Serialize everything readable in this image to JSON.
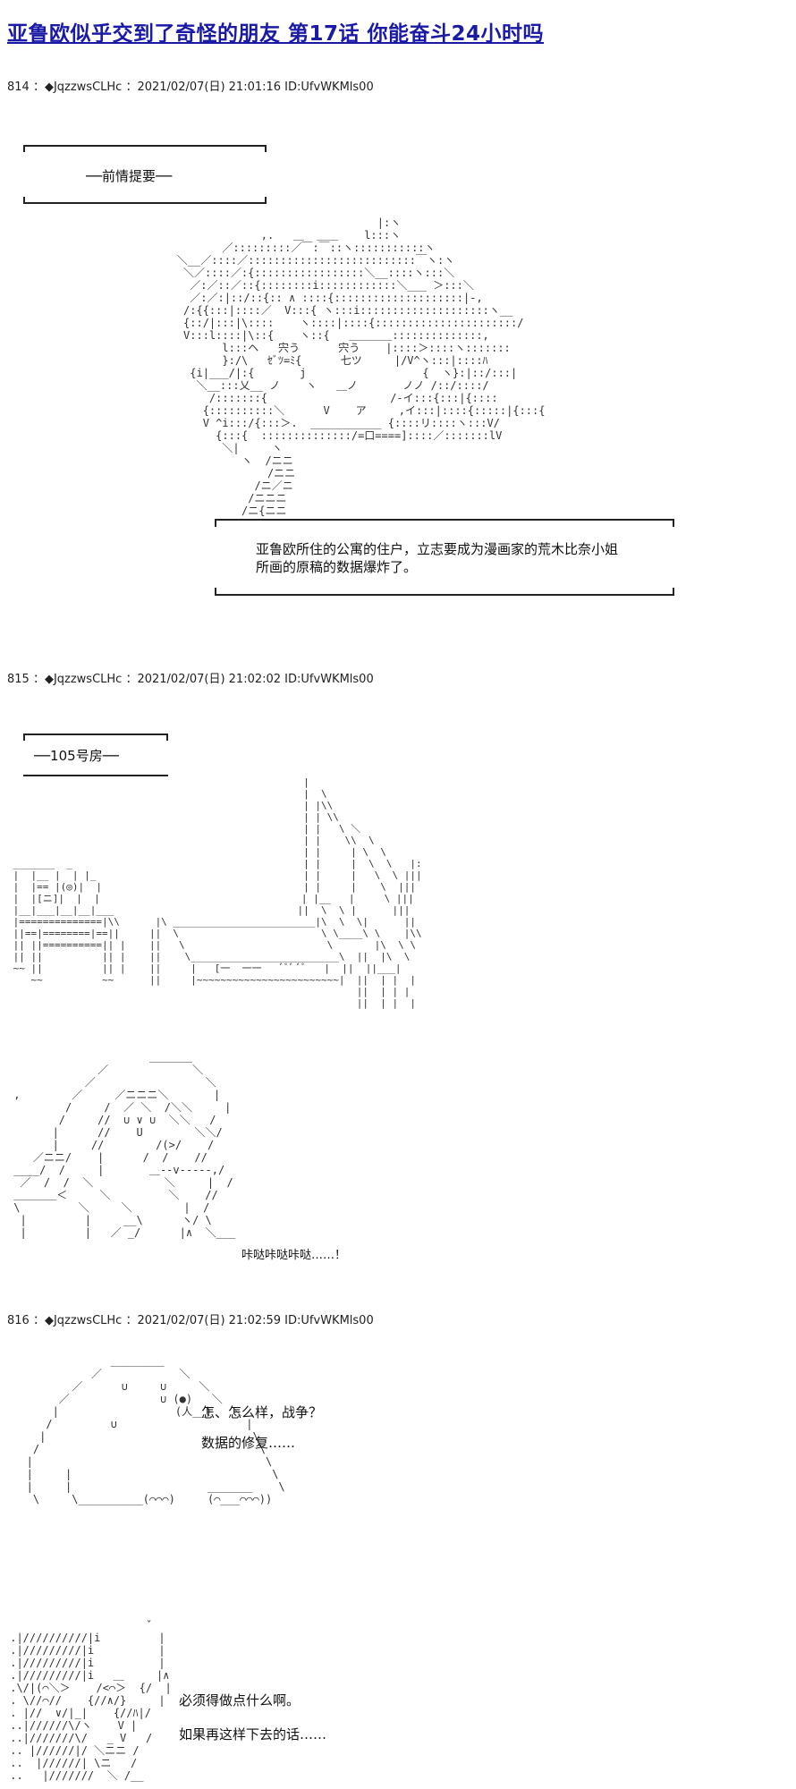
{
  "title": "亚鲁欧似乎交到了奇怪的朋友 第17话 你能奋斗24小时吗",
  "posts": [
    {
      "header": "814 ：◆JqzzwsCLHc ：2021/02/07(日) 21:01:16 ID:UfvWKMls00",
      "recap_label": "──前情提要──",
      "caption_line1": "亚鲁欧所住的公寓的住户，立志要成为漫画家的荒木比奈小姐",
      "caption_line2": "所画的原稿的数据爆炸了。"
    },
    {
      "header": "815 ：◆JqzzwsCLHc ：2021/02/07(日) 21:02:02 ID:UfvWKMls00",
      "room_label": "──105号房──",
      "sfx": "咔哒咔哒咔哒……！"
    },
    {
      "header": "816 ：◆JqzzwsCLHc ：2021/02/07(日) 21:02:59 ID:UfvWKMls00",
      "dialog1_line1": "怎、怎么样，战争？",
      "dialog1_line2": "数据的修复……",
      "dialog2_line1": "必须得做点什么啊。",
      "dialog2_line2": "如果再这样下去的话……"
    }
  ]
}
